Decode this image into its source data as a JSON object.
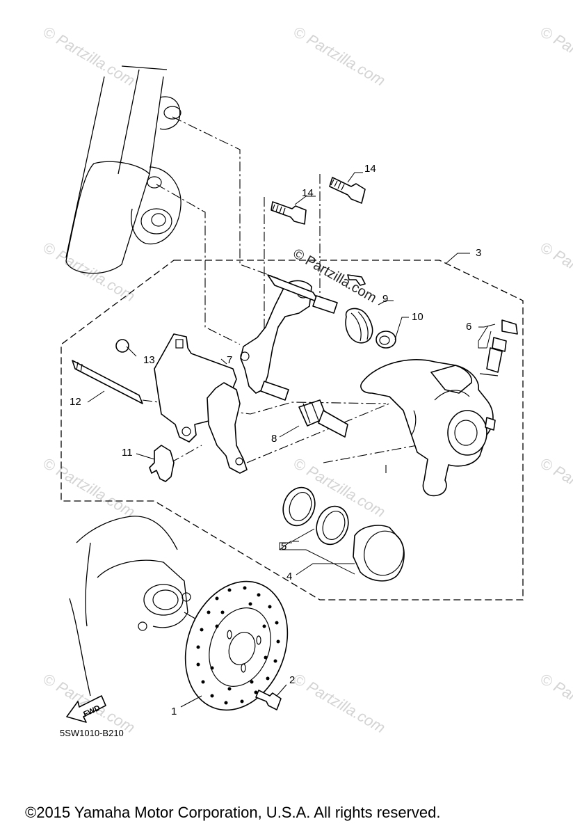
{
  "watermark": "© Partzilla.com",
  "fwd_label": "FWD",
  "diagram_code": "5SW1010-B210",
  "copyright": "©2015  Yamaha Motor Corporation, U.S.A. All rights reserved.",
  "callouts": {
    "c1": "1",
    "c2": "2",
    "c3": "3",
    "c4": "4",
    "c5": "5",
    "c6": "6",
    "c7": "7",
    "c8": "8",
    "c9": "9",
    "c10": "10",
    "c11": "11",
    "c12": "12",
    "c13": "13",
    "c14a": "14",
    "c14b": "14"
  }
}
